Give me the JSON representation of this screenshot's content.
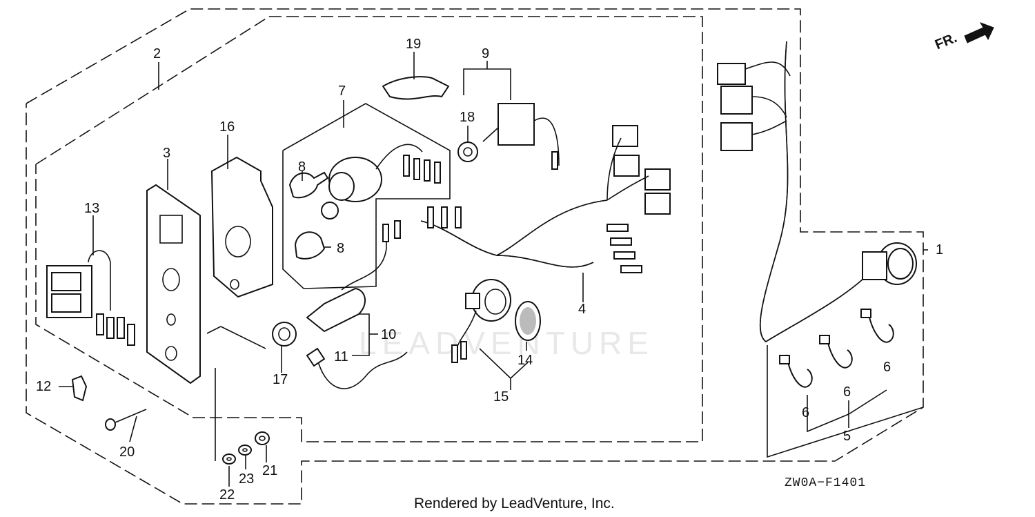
{
  "watermark_text": "LEADVENTURE",
  "direction_label": "FR.",
  "diagram_code": "ZW0A−F1401",
  "footer_text": "Rendered by LeadVenture, Inc.",
  "callouts": {
    "c1": "1",
    "c2": "2",
    "c3": "3",
    "c4": "4",
    "c5": "5",
    "c6a": "6",
    "c6b": "6",
    "c6c": "6",
    "c7": "7",
    "c8a": "8",
    "c8b": "8",
    "c9": "9",
    "c10": "10",
    "c11": "11",
    "c12": "12",
    "c13": "13",
    "c14": "14",
    "c15": "15",
    "c16": "16",
    "c17": "17",
    "c18": "18",
    "c19": "19",
    "c20": "20",
    "c21": "21",
    "c22": "22",
    "c23": "23"
  }
}
